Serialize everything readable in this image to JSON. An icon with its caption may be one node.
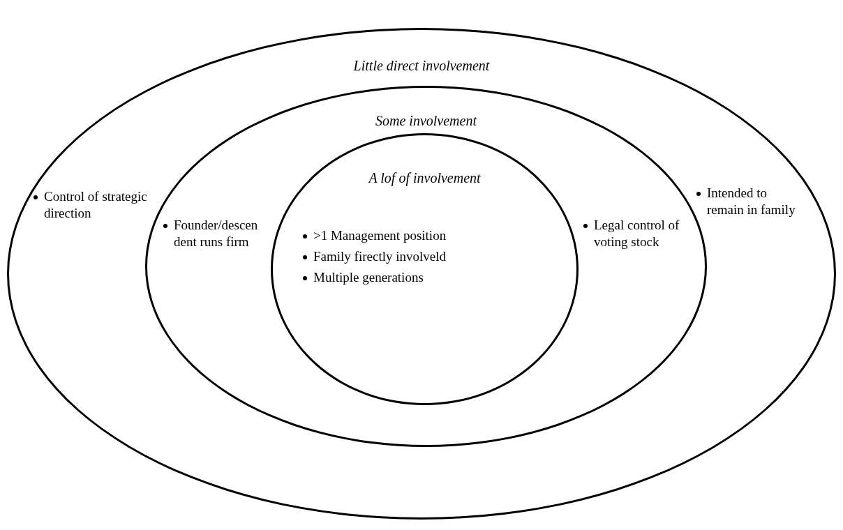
{
  "diagram": {
    "nodes": [
      {
        "text": [
          "Little direct involvement",
          "Control of strategic direction",
          "Intended to remain in family"
        ]
      },
      {
        "text": [
          "Some involvement",
          "Founder/descen dent runs firm",
          "Legal control of voting stock"
        ],
        "in": 0
      },
      {
        "text": [
          "A lof of involvement",
          ">1 Management position",
          "Family firectly involveld",
          "Multiple generations"
        ],
        "in": 1
      }
    ]
  }
}
